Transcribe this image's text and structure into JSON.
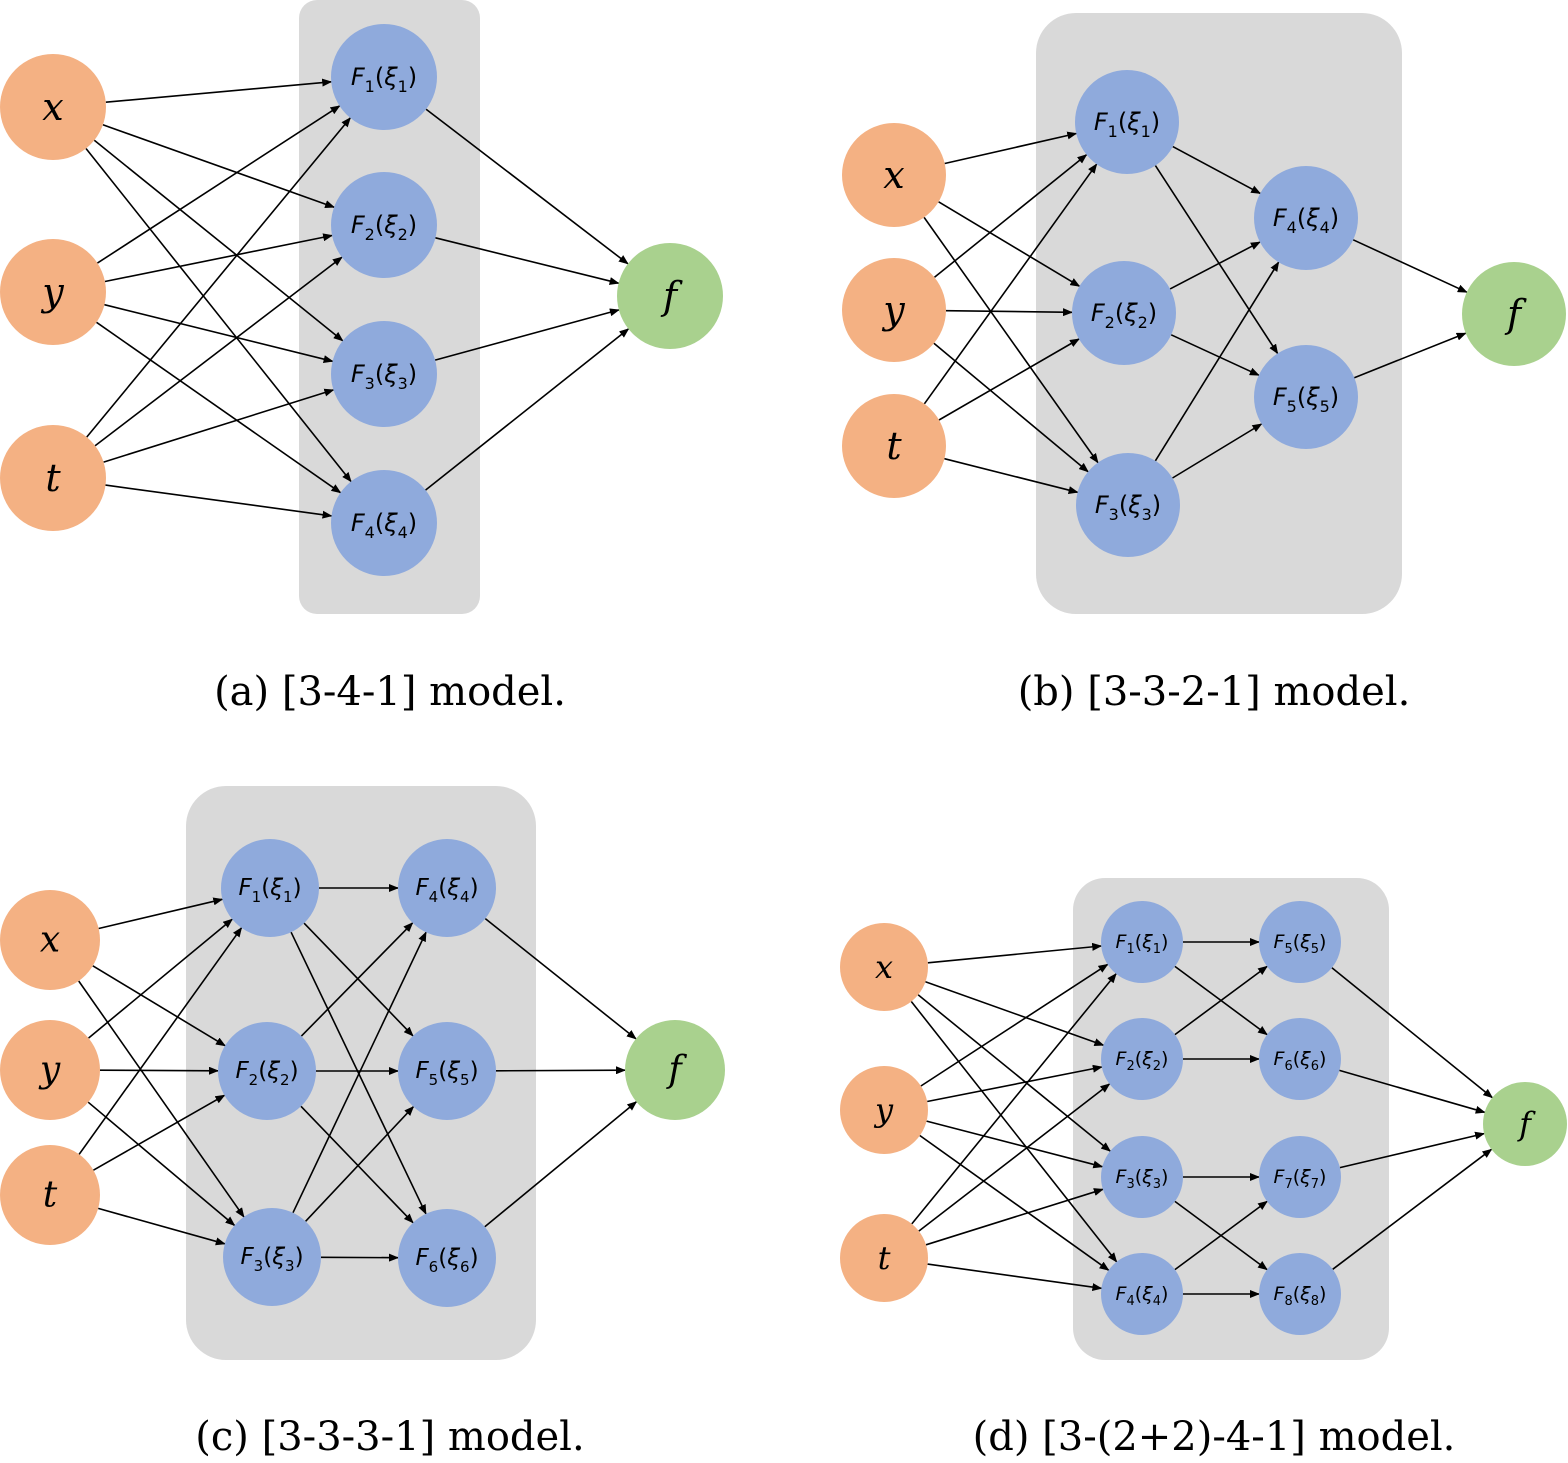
{
  "panels": [
    {
      "id": "a",
      "caption": "(a) [3-4-1] model.",
      "inputs": [
        "x",
        "y",
        "t"
      ],
      "hidden": [
        {
          "fn": "F",
          "idx": "1",
          "arg": "ξ",
          "argIdx": "1"
        },
        {
          "fn": "F",
          "idx": "2",
          "arg": "ξ",
          "argIdx": "2"
        },
        {
          "fn": "F",
          "idx": "3",
          "arg": "ξ",
          "argIdx": "3"
        },
        {
          "fn": "F",
          "idx": "4",
          "arg": "ξ",
          "argIdx": "4"
        }
      ],
      "output": "f",
      "edges": [
        [
          "x",
          "h1"
        ],
        [
          "x",
          "h2"
        ],
        [
          "x",
          "h3"
        ],
        [
          "x",
          "h4"
        ],
        [
          "y",
          "h1"
        ],
        [
          "y",
          "h2"
        ],
        [
          "y",
          "h3"
        ],
        [
          "y",
          "h4"
        ],
        [
          "t",
          "h1"
        ],
        [
          "t",
          "h2"
        ],
        [
          "t",
          "h3"
        ],
        [
          "t",
          "h4"
        ],
        [
          "h1",
          "out"
        ],
        [
          "h2",
          "out"
        ],
        [
          "h3",
          "out"
        ],
        [
          "h4",
          "out"
        ]
      ]
    },
    {
      "id": "b",
      "caption": "(b) [3-3-2-1] model.",
      "inputs": [
        "x",
        "y",
        "t"
      ],
      "hidden": [
        {
          "fn": "F",
          "idx": "1",
          "arg": "ξ",
          "argIdx": "1"
        },
        {
          "fn": "F",
          "idx": "2",
          "arg": "ξ",
          "argIdx": "2"
        },
        {
          "fn": "F",
          "idx": "3",
          "arg": "ξ",
          "argIdx": "3"
        },
        {
          "fn": "F",
          "idx": "4",
          "arg": "ξ",
          "argIdx": "4"
        },
        {
          "fn": "F",
          "idx": "5",
          "arg": "ξ",
          "argIdx": "5"
        }
      ],
      "output": "f",
      "edges": [
        [
          "x",
          "h1"
        ],
        [
          "x",
          "h2"
        ],
        [
          "x",
          "h3"
        ],
        [
          "y",
          "h1"
        ],
        [
          "y",
          "h2"
        ],
        [
          "y",
          "h3"
        ],
        [
          "t",
          "h1"
        ],
        [
          "t",
          "h2"
        ],
        [
          "t",
          "h3"
        ],
        [
          "h1",
          "h4"
        ],
        [
          "h1",
          "h5"
        ],
        [
          "h2",
          "h4"
        ],
        [
          "h2",
          "h5"
        ],
        [
          "h3",
          "h4"
        ],
        [
          "h3",
          "h5"
        ],
        [
          "h4",
          "out"
        ],
        [
          "h5",
          "out"
        ]
      ]
    },
    {
      "id": "c",
      "caption": "(c) [3-3-3-1] model.",
      "inputs": [
        "x",
        "y",
        "t"
      ],
      "hidden": [
        {
          "fn": "F",
          "idx": "1",
          "arg": "ξ",
          "argIdx": "1"
        },
        {
          "fn": "F",
          "idx": "2",
          "arg": "ξ",
          "argIdx": "2"
        },
        {
          "fn": "F",
          "idx": "3",
          "arg": "ξ",
          "argIdx": "3"
        },
        {
          "fn": "F",
          "idx": "4",
          "arg": "ξ",
          "argIdx": "4"
        },
        {
          "fn": "F",
          "idx": "5",
          "arg": "ξ",
          "argIdx": "5"
        },
        {
          "fn": "F",
          "idx": "6",
          "arg": "ξ",
          "argIdx": "6"
        }
      ],
      "output": "f",
      "edges": [
        [
          "x",
          "h1"
        ],
        [
          "x",
          "h2"
        ],
        [
          "x",
          "h3"
        ],
        [
          "y",
          "h1"
        ],
        [
          "y",
          "h2"
        ],
        [
          "y",
          "h3"
        ],
        [
          "t",
          "h1"
        ],
        [
          "t",
          "h2"
        ],
        [
          "t",
          "h3"
        ],
        [
          "h1",
          "h4"
        ],
        [
          "h1",
          "h5"
        ],
        [
          "h1",
          "h6"
        ],
        [
          "h2",
          "h4"
        ],
        [
          "h2",
          "h5"
        ],
        [
          "h2",
          "h6"
        ],
        [
          "h3",
          "h4"
        ],
        [
          "h3",
          "h5"
        ],
        [
          "h3",
          "h6"
        ],
        [
          "h4",
          "out"
        ],
        [
          "h5",
          "out"
        ],
        [
          "h6",
          "out"
        ]
      ]
    },
    {
      "id": "d",
      "caption": "(d) [3-(2+2)-4-1] model.",
      "inputs": [
        "x",
        "y",
        "t"
      ],
      "hidden": [
        {
          "fn": "F",
          "idx": "1",
          "arg": "ξ",
          "argIdx": "1"
        },
        {
          "fn": "F",
          "idx": "2",
          "arg": "ξ",
          "argIdx": "2"
        },
        {
          "fn": "F",
          "idx": "3",
          "arg": "ξ",
          "argIdx": "3"
        },
        {
          "fn": "F",
          "idx": "4",
          "arg": "ξ",
          "argIdx": "4"
        },
        {
          "fn": "F",
          "idx": "5",
          "arg": "ξ",
          "argIdx": "5"
        },
        {
          "fn": "F",
          "idx": "6",
          "arg": "ξ",
          "argIdx": "6"
        },
        {
          "fn": "F",
          "idx": "7",
          "arg": "ξ",
          "argIdx": "7"
        },
        {
          "fn": "F",
          "idx": "8",
          "arg": "ξ",
          "argIdx": "8"
        }
      ],
      "output": "f",
      "edges": [
        [
          "x",
          "h1"
        ],
        [
          "x",
          "h2"
        ],
        [
          "x",
          "h3"
        ],
        [
          "x",
          "h4"
        ],
        [
          "y",
          "h1"
        ],
        [
          "y",
          "h2"
        ],
        [
          "y",
          "h3"
        ],
        [
          "y",
          "h4"
        ],
        [
          "t",
          "h1"
        ],
        [
          "t",
          "h2"
        ],
        [
          "t",
          "h3"
        ],
        [
          "t",
          "h4"
        ],
        [
          "h1",
          "h5"
        ],
        [
          "h1",
          "h6"
        ],
        [
          "h2",
          "h5"
        ],
        [
          "h2",
          "h6"
        ],
        [
          "h3",
          "h7"
        ],
        [
          "h3",
          "h8"
        ],
        [
          "h4",
          "h7"
        ],
        [
          "h4",
          "h8"
        ],
        [
          "h5",
          "out"
        ],
        [
          "h6",
          "out"
        ],
        [
          "h7",
          "out"
        ],
        [
          "h8",
          "out"
        ]
      ]
    }
  ],
  "colors": {
    "input_node": "#f4b183",
    "hidden_node": "#8faadc",
    "output_node": "#a9d18e",
    "panel_background": "#d9d9d9",
    "edge": "#000000"
  }
}
